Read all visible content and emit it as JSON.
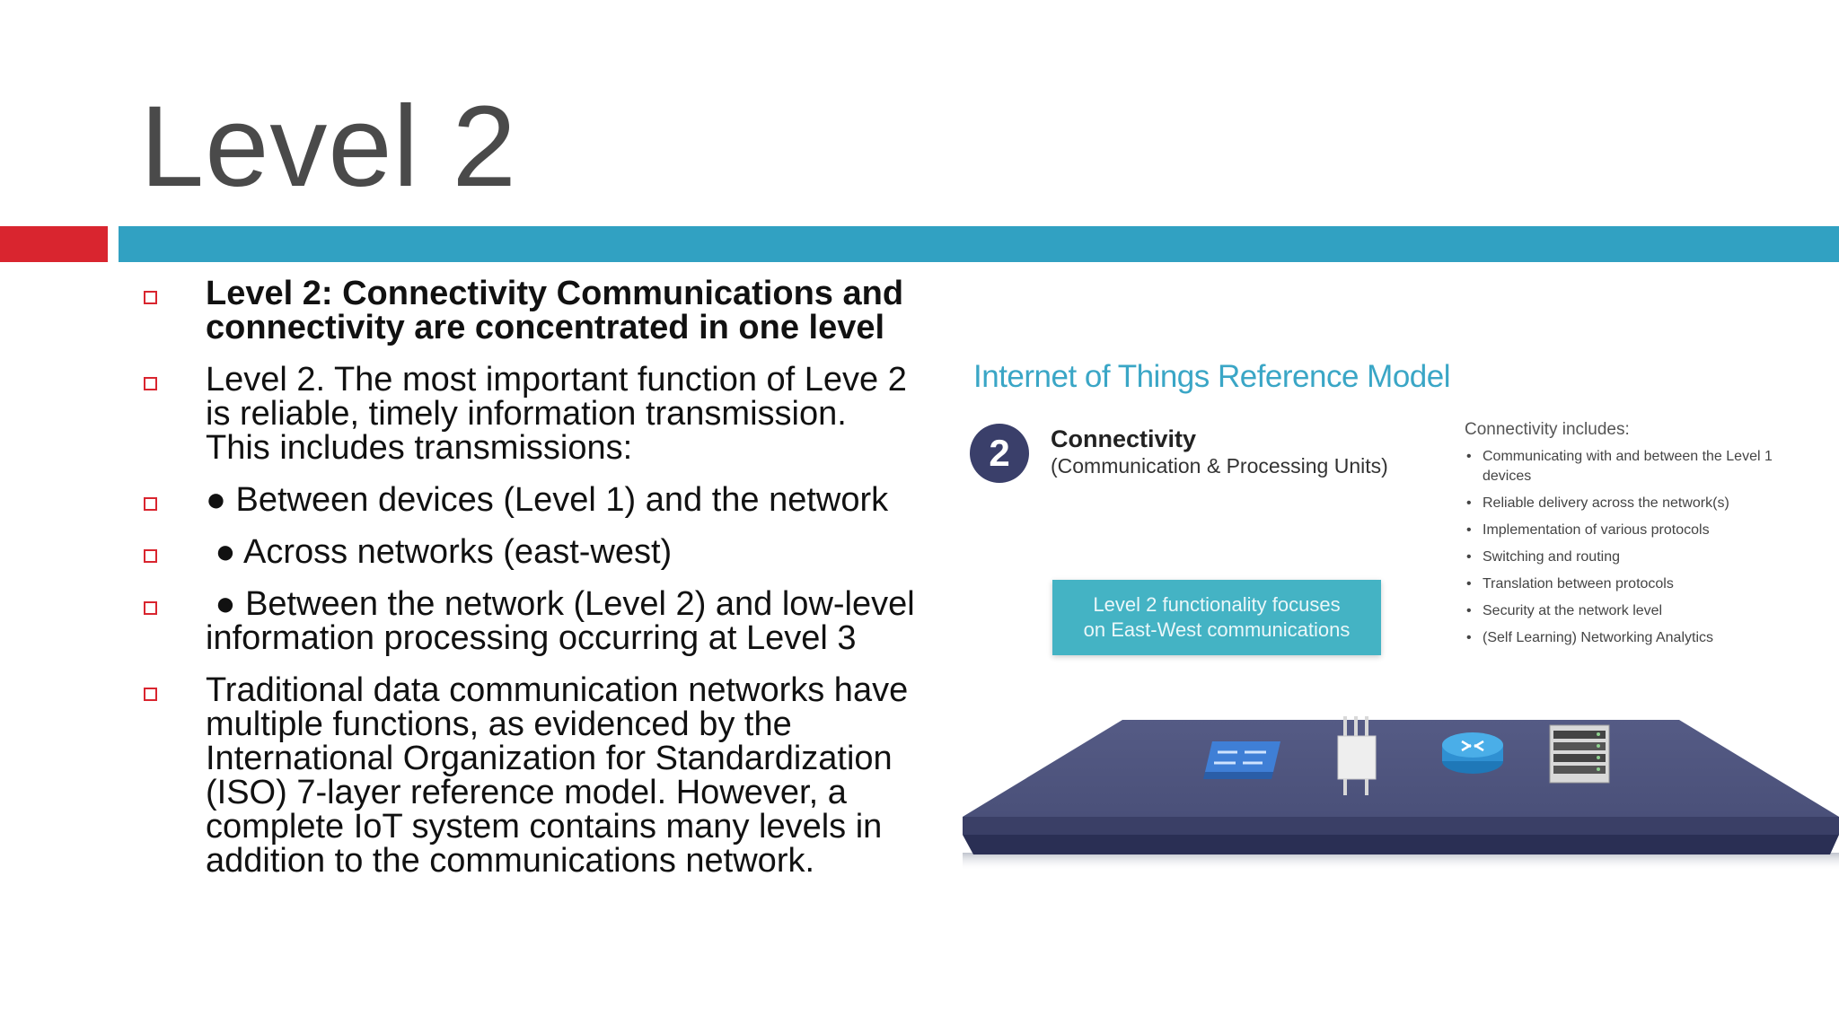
{
  "slide": {
    "title": "Level 2"
  },
  "bullets": [
    {
      "text": "Level 2: Connectivity Communications and connectivity are concentrated in one level",
      "bold": true
    },
    {
      "text": "Level 2. The most important function of Leve 2 is reliable, timely information transmission. This includes transmissions:",
      "bold": false
    },
    {
      "text": "● Between devices (Level 1) and the network",
      "bold": false
    },
    {
      "text": " ● Across networks (east-west)",
      "bold": false
    },
    {
      "text": " ● Between the network (Level 2) and low-level information processing occurring at Level 3",
      "bold": false
    },
    {
      "text": "Traditional data communication networks have multiple functions, as evidenced by the International Organization for Standardization (ISO) 7-layer reference model. However, a complete IoT system contains many levels in addition to the communications network.",
      "bold": false
    }
  ],
  "figure": {
    "title": "Internet of Things Reference Model",
    "level_number": "2",
    "connectivity_title": "Connectivity",
    "connectivity_subtitle": "(Communication & Processing Units)",
    "callout_line1": "Level 2 functionality focuses",
    "callout_line2": "on East-West communications",
    "includes_title": "Connectivity includes:",
    "includes": [
      "Communicating with and between the Level 1 devices",
      "Reliable delivery across the network(s)",
      "Implementation of various protocols",
      "Switching and routing",
      "Translation between protocols",
      "Security at the network level",
      "(Self Learning) Networking Analytics"
    ],
    "device_icons": [
      "switch-icon",
      "wireless-access-point-icon",
      "router-icon",
      "server-rack-icon"
    ]
  },
  "colors": {
    "accent_red": "#d9252f",
    "accent_teal": "#31a1c2",
    "figure_title": "#3aa6c6",
    "platform": "#4a5079"
  }
}
